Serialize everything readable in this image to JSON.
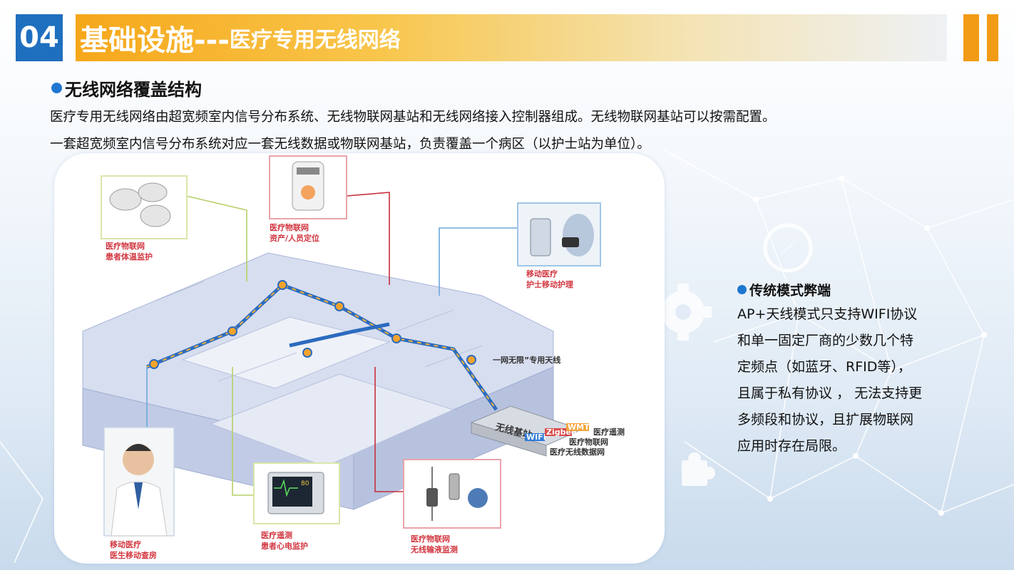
{
  "header": {
    "number": "04",
    "title": "基础设施---",
    "subtitle": "医疗专用无线网络"
  },
  "section1": {
    "heading": "无线网络覆盖结构",
    "para1": "医疗专用无线网络由超宽频室内信号分布系统、无线物联网基站和无线网络接入控制器组成。无线物联网基站可以按需配置。",
    "para2": "一套超宽频室内信号分布系统对应一套无线数据或物联网基站，负责覆盖一个病区（以护士站为单位）。"
  },
  "diagram": {
    "labels": {
      "temp_l1": "医疗物联网",
      "temp_l2": "患者体温监护",
      "asset_l1": "医疗物联网",
      "asset_l2": "资产/人员定位",
      "nurse_l1": "移动医疗",
      "nurse_l2": "护士移动护理",
      "doctor_l1": "移动医疗",
      "doctor_l2": "医生移动查房",
      "ecg_l1": "医疗遥测",
      "ecg_l2": "患者心电监护",
      "infusion_l1": "医疗物联网",
      "infusion_l2": "无线输液监测",
      "antenna": "一网无限”专用天线",
      "base": "无线基站",
      "tag_wifi": "WIFI",
      "tag_zigbee": "Zigbee/RFID",
      "tag_wmts": "WMTS",
      "out1": "医疗遥测",
      "out2": "医疗物联网",
      "out3": "医疗无线数据网"
    }
  },
  "section2": {
    "heading": "传统模式弊端",
    "lines": [
      "AP+天线模式只支持WIFI协议",
      "和单一固定厂商的少数几个特",
      "定频点（如蓝牙、RFID等），",
      "且属于私有协议 ， 无法支持更",
      "多频段和协议，且扩展物联网",
      "应用时存在局限。"
    ]
  },
  "colors": {
    "accent_blue": "#1f6fbf",
    "accent_orange": "#f29b16"
  }
}
